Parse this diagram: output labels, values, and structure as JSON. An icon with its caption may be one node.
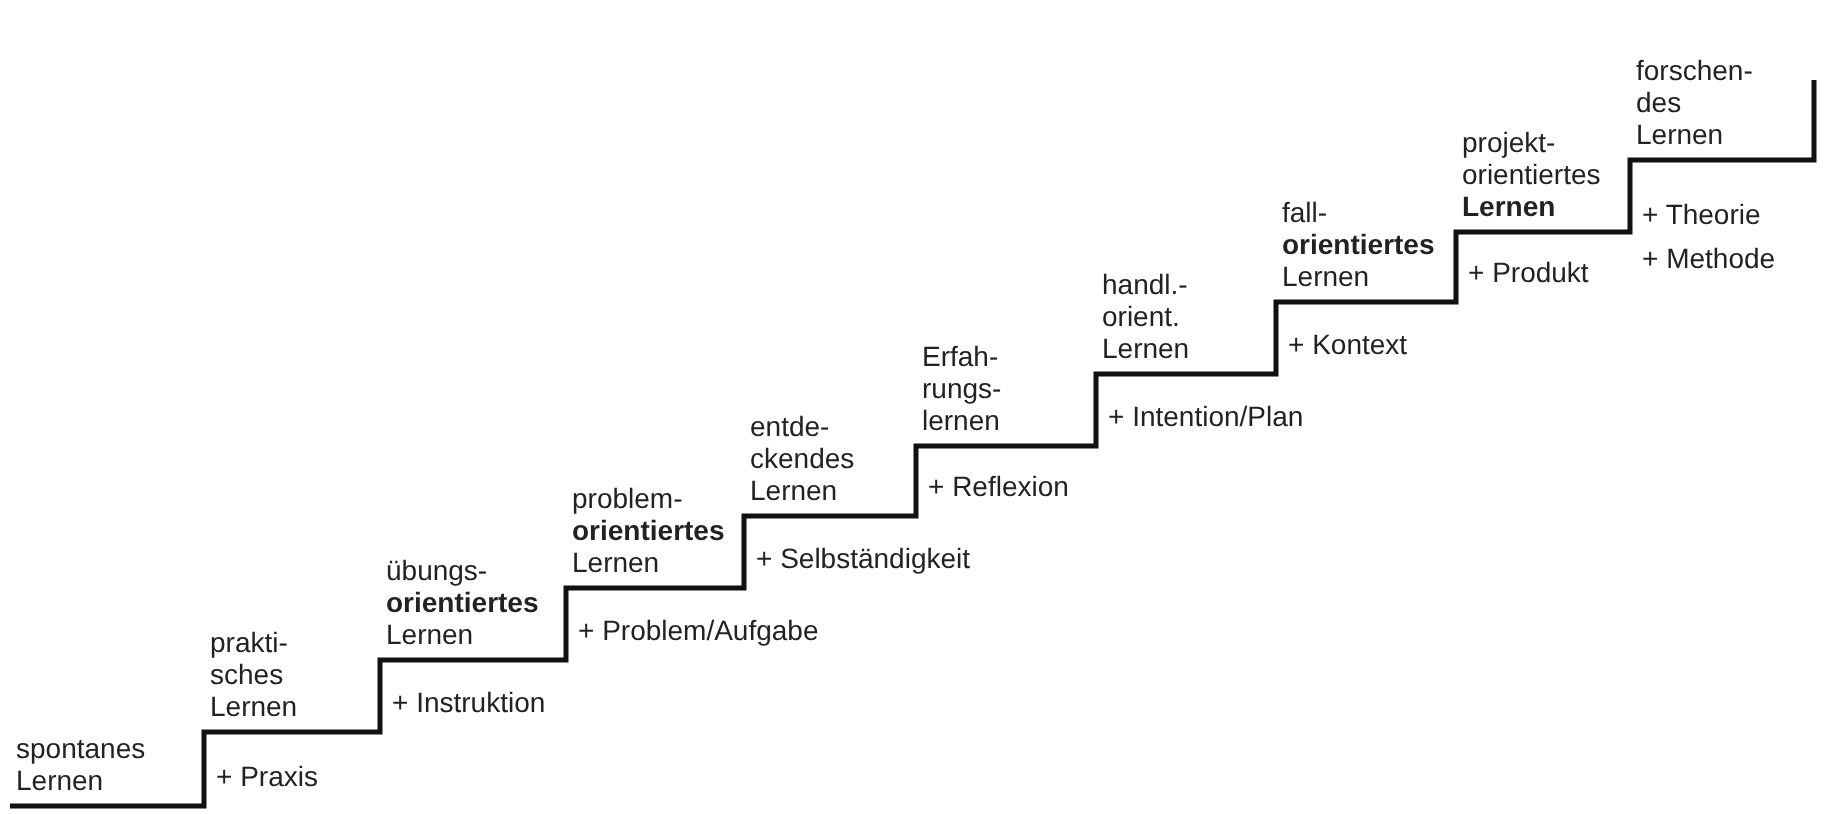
{
  "diagram": {
    "nodes": [
      {
        "text": [
          "spontanes Lernen"
        ]
      },
      {
        "text": [
          "prakti- sches Lernen"
        ]
      },
      {
        "text": [
          "übungs- **orientiertes** Lernen"
        ]
      },
      {
        "text": [
          "problem- **orientiertes** Lernen"
        ]
      },
      {
        "text": [
          "entde- ckendes Lernen"
        ]
      },
      {
        "text": [
          "Erfah- rungs- lernen"
        ]
      },
      {
        "text": [
          "handl.- orient. Lernen"
        ]
      },
      {
        "text": [
          "fall- **orientiertes** Lernen"
        ]
      },
      {
        "text": [
          "projekt- orientiertes **Lernen**"
        ]
      },
      {
        "text": [
          "forschen- des Lernen"
        ]
      }
    ],
    "labels": [
      "+ Praxis",
      "+ Instruktion",
      "+ Problem/Aufgabe",
      "+ Selbständigkeit",
      "+ Reflexion",
      "+ Intention/Plan",
      "+ Kontext",
      "+ Produkt",
      "+ Theorie",
      "+ Methode"
    ]
  }
}
